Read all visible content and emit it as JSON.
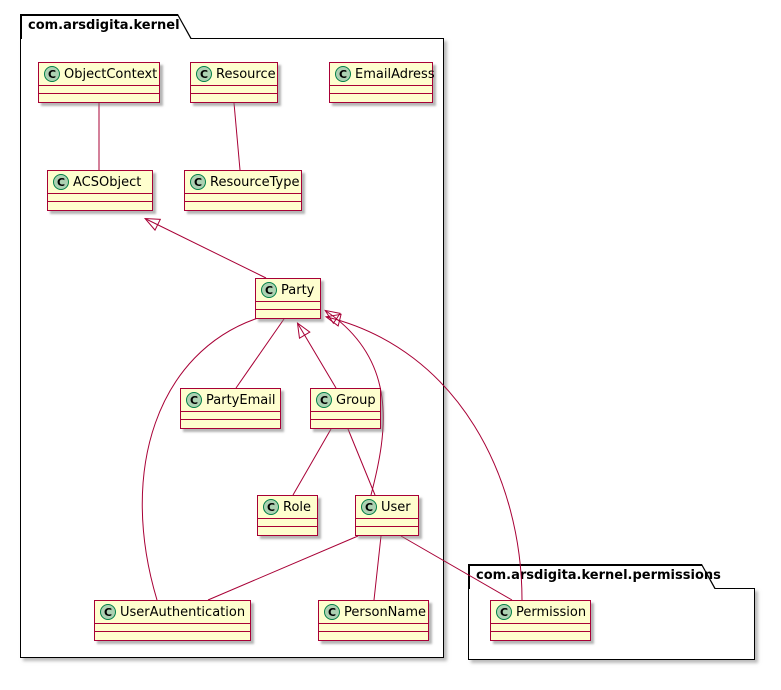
{
  "diagram_type": "uml-class-diagram",
  "packages": {
    "kernel": {
      "label": "com.arsdigita.kernel"
    },
    "permissions": {
      "label": "com.arsdigita.kernel.permissions"
    }
  },
  "class_icon": {
    "letter": "C"
  },
  "colors": {
    "class_fill": "#FEFECE",
    "class_border": "#A80036",
    "edge": "#A80036",
    "icon_fill": "#ADD1B2",
    "icon_border": "#038048",
    "package_border": "#000000"
  },
  "classes": {
    "object_context": {
      "name": "ObjectContext"
    },
    "resource": {
      "name": "Resource"
    },
    "email_adress": {
      "name": "EmailAdress"
    },
    "acs_object": {
      "name": "ACSObject"
    },
    "resource_type": {
      "name": "ResourceType"
    },
    "party": {
      "name": "Party"
    },
    "party_email": {
      "name": "PartyEmail"
    },
    "group": {
      "name": "Group"
    },
    "role": {
      "name": "Role"
    },
    "user": {
      "name": "User"
    },
    "user_authentication": {
      "name": "UserAuthentication"
    },
    "person_name": {
      "name": "PersonName"
    },
    "permission": {
      "name": "Permission"
    }
  },
  "relationships": [
    {
      "from": "ObjectContext",
      "to": "ACSObject",
      "type": "association"
    },
    {
      "from": "Resource",
      "to": "ResourceType",
      "type": "association"
    },
    {
      "from": "Party",
      "to": "ACSObject",
      "type": "generalization"
    },
    {
      "from": "Group",
      "to": "Party",
      "type": "generalization"
    },
    {
      "from": "User",
      "to": "Party",
      "type": "generalization"
    },
    {
      "from": "Permission",
      "to": "Party",
      "type": "generalization"
    },
    {
      "from": "Party",
      "to": "PartyEmail",
      "type": "association"
    },
    {
      "from": "Group",
      "to": "Role",
      "type": "association"
    },
    {
      "from": "Group",
      "to": "User",
      "type": "association"
    },
    {
      "from": "User",
      "to": "UserAuthentication",
      "type": "association"
    },
    {
      "from": "User",
      "to": "PersonName",
      "type": "association"
    },
    {
      "from": "User",
      "to": "Permission",
      "type": "association"
    },
    {
      "from": "UserAuthentication",
      "to": "Party",
      "type": "association"
    }
  ]
}
